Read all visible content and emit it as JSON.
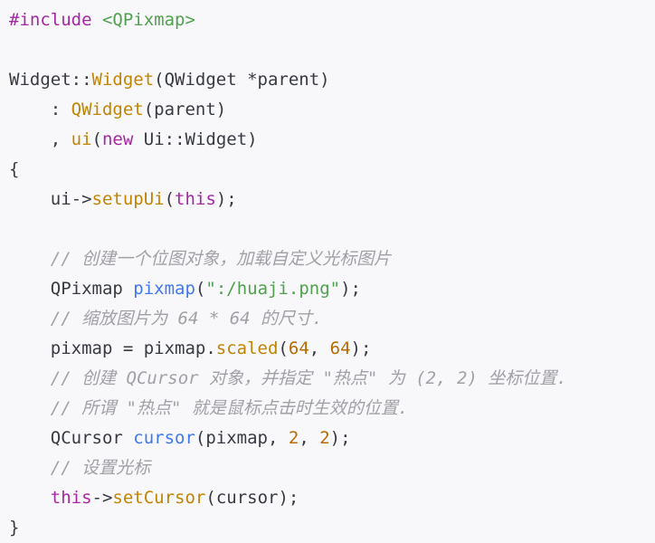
{
  "colors": {
    "background": "#f8f8fa",
    "plain": "#383a42",
    "keyword": "#a626a4",
    "function": "#c18401",
    "string": "#50a14f",
    "number": "#b76b01",
    "comment": "#a0a1a7",
    "call": "#4078f2"
  },
  "code": {
    "lines": [
      [
        {
          "t": "#include ",
          "c": "kw"
        },
        {
          "t": "<QPixmap>",
          "c": "str"
        }
      ],
      [],
      [
        {
          "t": "Widget::",
          "c": "plain"
        },
        {
          "t": "Widget",
          "c": "fn"
        },
        {
          "t": "(QWidget *parent)",
          "c": "plain"
        }
      ],
      [
        {
          "t": "    : ",
          "c": "plain"
        },
        {
          "t": "QWidget",
          "c": "fn"
        },
        {
          "t": "(parent)",
          "c": "plain"
        }
      ],
      [
        {
          "t": "    , ",
          "c": "plain"
        },
        {
          "t": "ui",
          "c": "fn"
        },
        {
          "t": "(",
          "c": "plain"
        },
        {
          "t": "new",
          "c": "kw"
        },
        {
          "t": " Ui::Widget)",
          "c": "plain"
        }
      ],
      [
        {
          "t": "{",
          "c": "plain"
        }
      ],
      [
        {
          "t": "    ui->",
          "c": "plain"
        },
        {
          "t": "setupUi",
          "c": "fn"
        },
        {
          "t": "(",
          "c": "plain"
        },
        {
          "t": "this",
          "c": "kw"
        },
        {
          "t": ");",
          "c": "plain"
        }
      ],
      [],
      [
        {
          "t": "    // 创建一个位图对象，加载自定义光标图片",
          "c": "cmt"
        }
      ],
      [
        {
          "t": "    QPixmap ",
          "c": "plain"
        },
        {
          "t": "pixmap",
          "c": "call"
        },
        {
          "t": "(",
          "c": "plain"
        },
        {
          "t": "\":/huaji.png\"",
          "c": "str"
        },
        {
          "t": ");",
          "c": "plain"
        }
      ],
      [
        {
          "t": "    // 缩放图片为 64 * 64 的尺寸.",
          "c": "cmt"
        }
      ],
      [
        {
          "t": "    pixmap = pixmap.",
          "c": "plain"
        },
        {
          "t": "scaled",
          "c": "fn"
        },
        {
          "t": "(",
          "c": "plain"
        },
        {
          "t": "64",
          "c": "num"
        },
        {
          "t": ", ",
          "c": "plain"
        },
        {
          "t": "64",
          "c": "num"
        },
        {
          "t": ");",
          "c": "plain"
        }
      ],
      [
        {
          "t": "    // 创建 QCursor 对象，并指定 \"热点\" 为 (2, 2) 坐标位置.",
          "c": "cmt"
        }
      ],
      [
        {
          "t": "    // 所谓 \"热点\" 就是鼠标点击时生效的位置.",
          "c": "cmt"
        }
      ],
      [
        {
          "t": "    QCursor ",
          "c": "plain"
        },
        {
          "t": "cursor",
          "c": "call"
        },
        {
          "t": "(pixmap, ",
          "c": "plain"
        },
        {
          "t": "2",
          "c": "num"
        },
        {
          "t": ", ",
          "c": "plain"
        },
        {
          "t": "2",
          "c": "num"
        },
        {
          "t": ");",
          "c": "plain"
        }
      ],
      [
        {
          "t": "    // 设置光标",
          "c": "cmt"
        }
      ],
      [
        {
          "t": "    ",
          "c": "plain"
        },
        {
          "t": "this",
          "c": "kw"
        },
        {
          "t": "->",
          "c": "plain"
        },
        {
          "t": "setCursor",
          "c": "fn"
        },
        {
          "t": "(cursor);",
          "c": "plain"
        }
      ],
      [
        {
          "t": "}",
          "c": "plain"
        }
      ]
    ]
  }
}
